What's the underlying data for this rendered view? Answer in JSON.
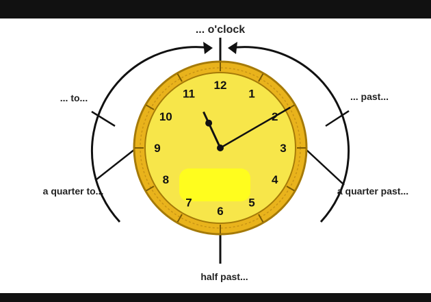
{
  "labels": {
    "oclock": "... o'clock",
    "past": "... past...",
    "to": "... to...",
    "quarter_past": "a quarter past...",
    "quarter_to": "a quarter to...",
    "half_past": "half past..."
  },
  "clock": {
    "numbers": [
      "12",
      "1",
      "2",
      "3",
      "4",
      "5",
      "6",
      "7",
      "8",
      "9",
      "10",
      "11"
    ],
    "time_hour": 11,
    "time_minute": 10
  },
  "colors": {
    "face": "#f7e64a",
    "rim": "#e9b31c",
    "rim_outline": "#a57a08",
    "smudge": "#ffff1a",
    "ink": "#111111",
    "bars": "#111111"
  }
}
